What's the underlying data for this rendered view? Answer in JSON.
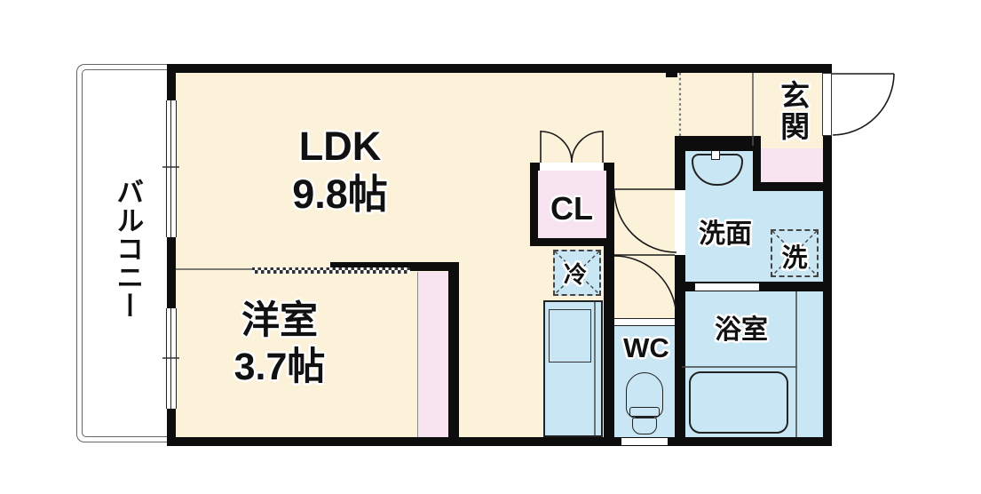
{
  "plan": {
    "rooms": {
      "ldk": {
        "label": "LDK",
        "size": "9.8帖"
      },
      "western_room": {
        "label": "洋室",
        "size": "3.7帖"
      },
      "closet": {
        "label": "CL"
      },
      "entrance": {
        "label": "玄関"
      },
      "washroom": {
        "label": "洗面"
      },
      "bathroom": {
        "label": "浴室"
      },
      "toilet": {
        "label": "WC"
      },
      "balcony": {
        "label": "バルコニー"
      }
    },
    "fixtures": {
      "refrigerator": {
        "label": "冷"
      },
      "washer": {
        "label": "洗"
      }
    },
    "colors": {
      "floor_cream": "#FCF2DA",
      "closet_pink": "#F8E3F0",
      "water_blue": "#C9E6F4",
      "wall_black": "#0D0D0D"
    }
  }
}
